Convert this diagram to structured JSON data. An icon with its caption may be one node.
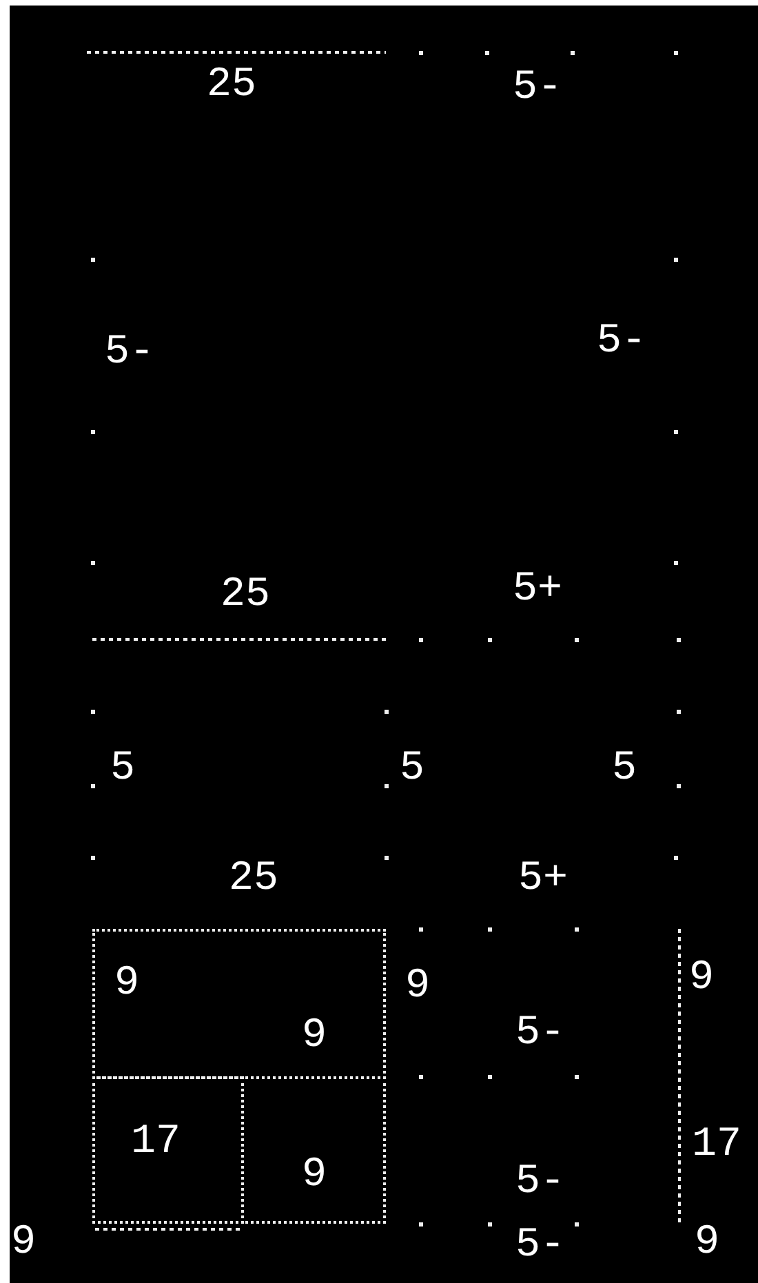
{
  "diagram": {
    "nodes": [
      {
        "text": [
          "9",
          "9"
        ]
      },
      {
        "text": [
          "17"
        ]
      },
      {
        "text": [
          "9"
        ]
      }
    ],
    "labels": [
      "25",
      "5-",
      "5-",
      "5-",
      "25",
      "5+",
      "5",
      "5",
      "5",
      "25",
      "5+",
      "9",
      "9",
      "5-",
      "17",
      "5-",
      "9",
      "5-",
      "9"
    ]
  }
}
